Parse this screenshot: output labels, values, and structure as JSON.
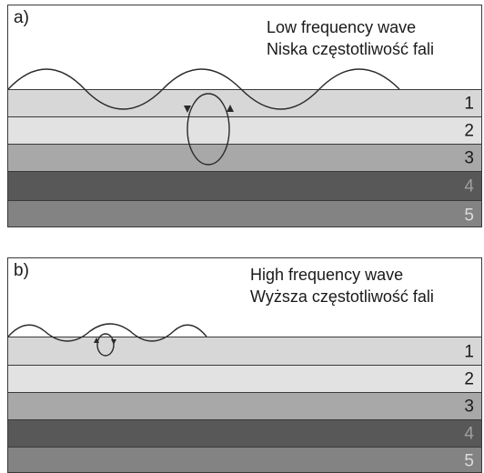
{
  "panels": [
    {
      "id": "a",
      "label": "a)",
      "caption_en": "Low frequency wave",
      "caption_pl": "Niska częstotliwość fali",
      "layers": [
        {
          "number": "1",
          "color": "#d7d7d7",
          "text_color": "#1a1a1a"
        },
        {
          "number": "2",
          "color": "#e2e2e2",
          "text_color": "#1a1a1a"
        },
        {
          "number": "3",
          "color": "#a8a8a8",
          "text_color": "#1a1a1a"
        },
        {
          "number": "4",
          "color": "#585858",
          "text_color": "#a0a0a0"
        },
        {
          "number": "5",
          "color": "#838383",
          "text_color": "#dcdcdc"
        }
      ]
    },
    {
      "id": "b",
      "label": "b)",
      "caption_en": "High frequency wave",
      "caption_pl": "Wyższa częstotliwość fali",
      "layers": [
        {
          "number": "1",
          "color": "#d7d7d7",
          "text_color": "#1a1a1a"
        },
        {
          "number": "2",
          "color": "#e2e2e2",
          "text_color": "#1a1a1a"
        },
        {
          "number": "3",
          "color": "#a8a8a8",
          "text_color": "#1a1a1a"
        },
        {
          "number": "4",
          "color": "#585858",
          "text_color": "#a0a0a0"
        },
        {
          "number": "5",
          "color": "#838383",
          "text_color": "#dcdcdc"
        }
      ]
    }
  ]
}
